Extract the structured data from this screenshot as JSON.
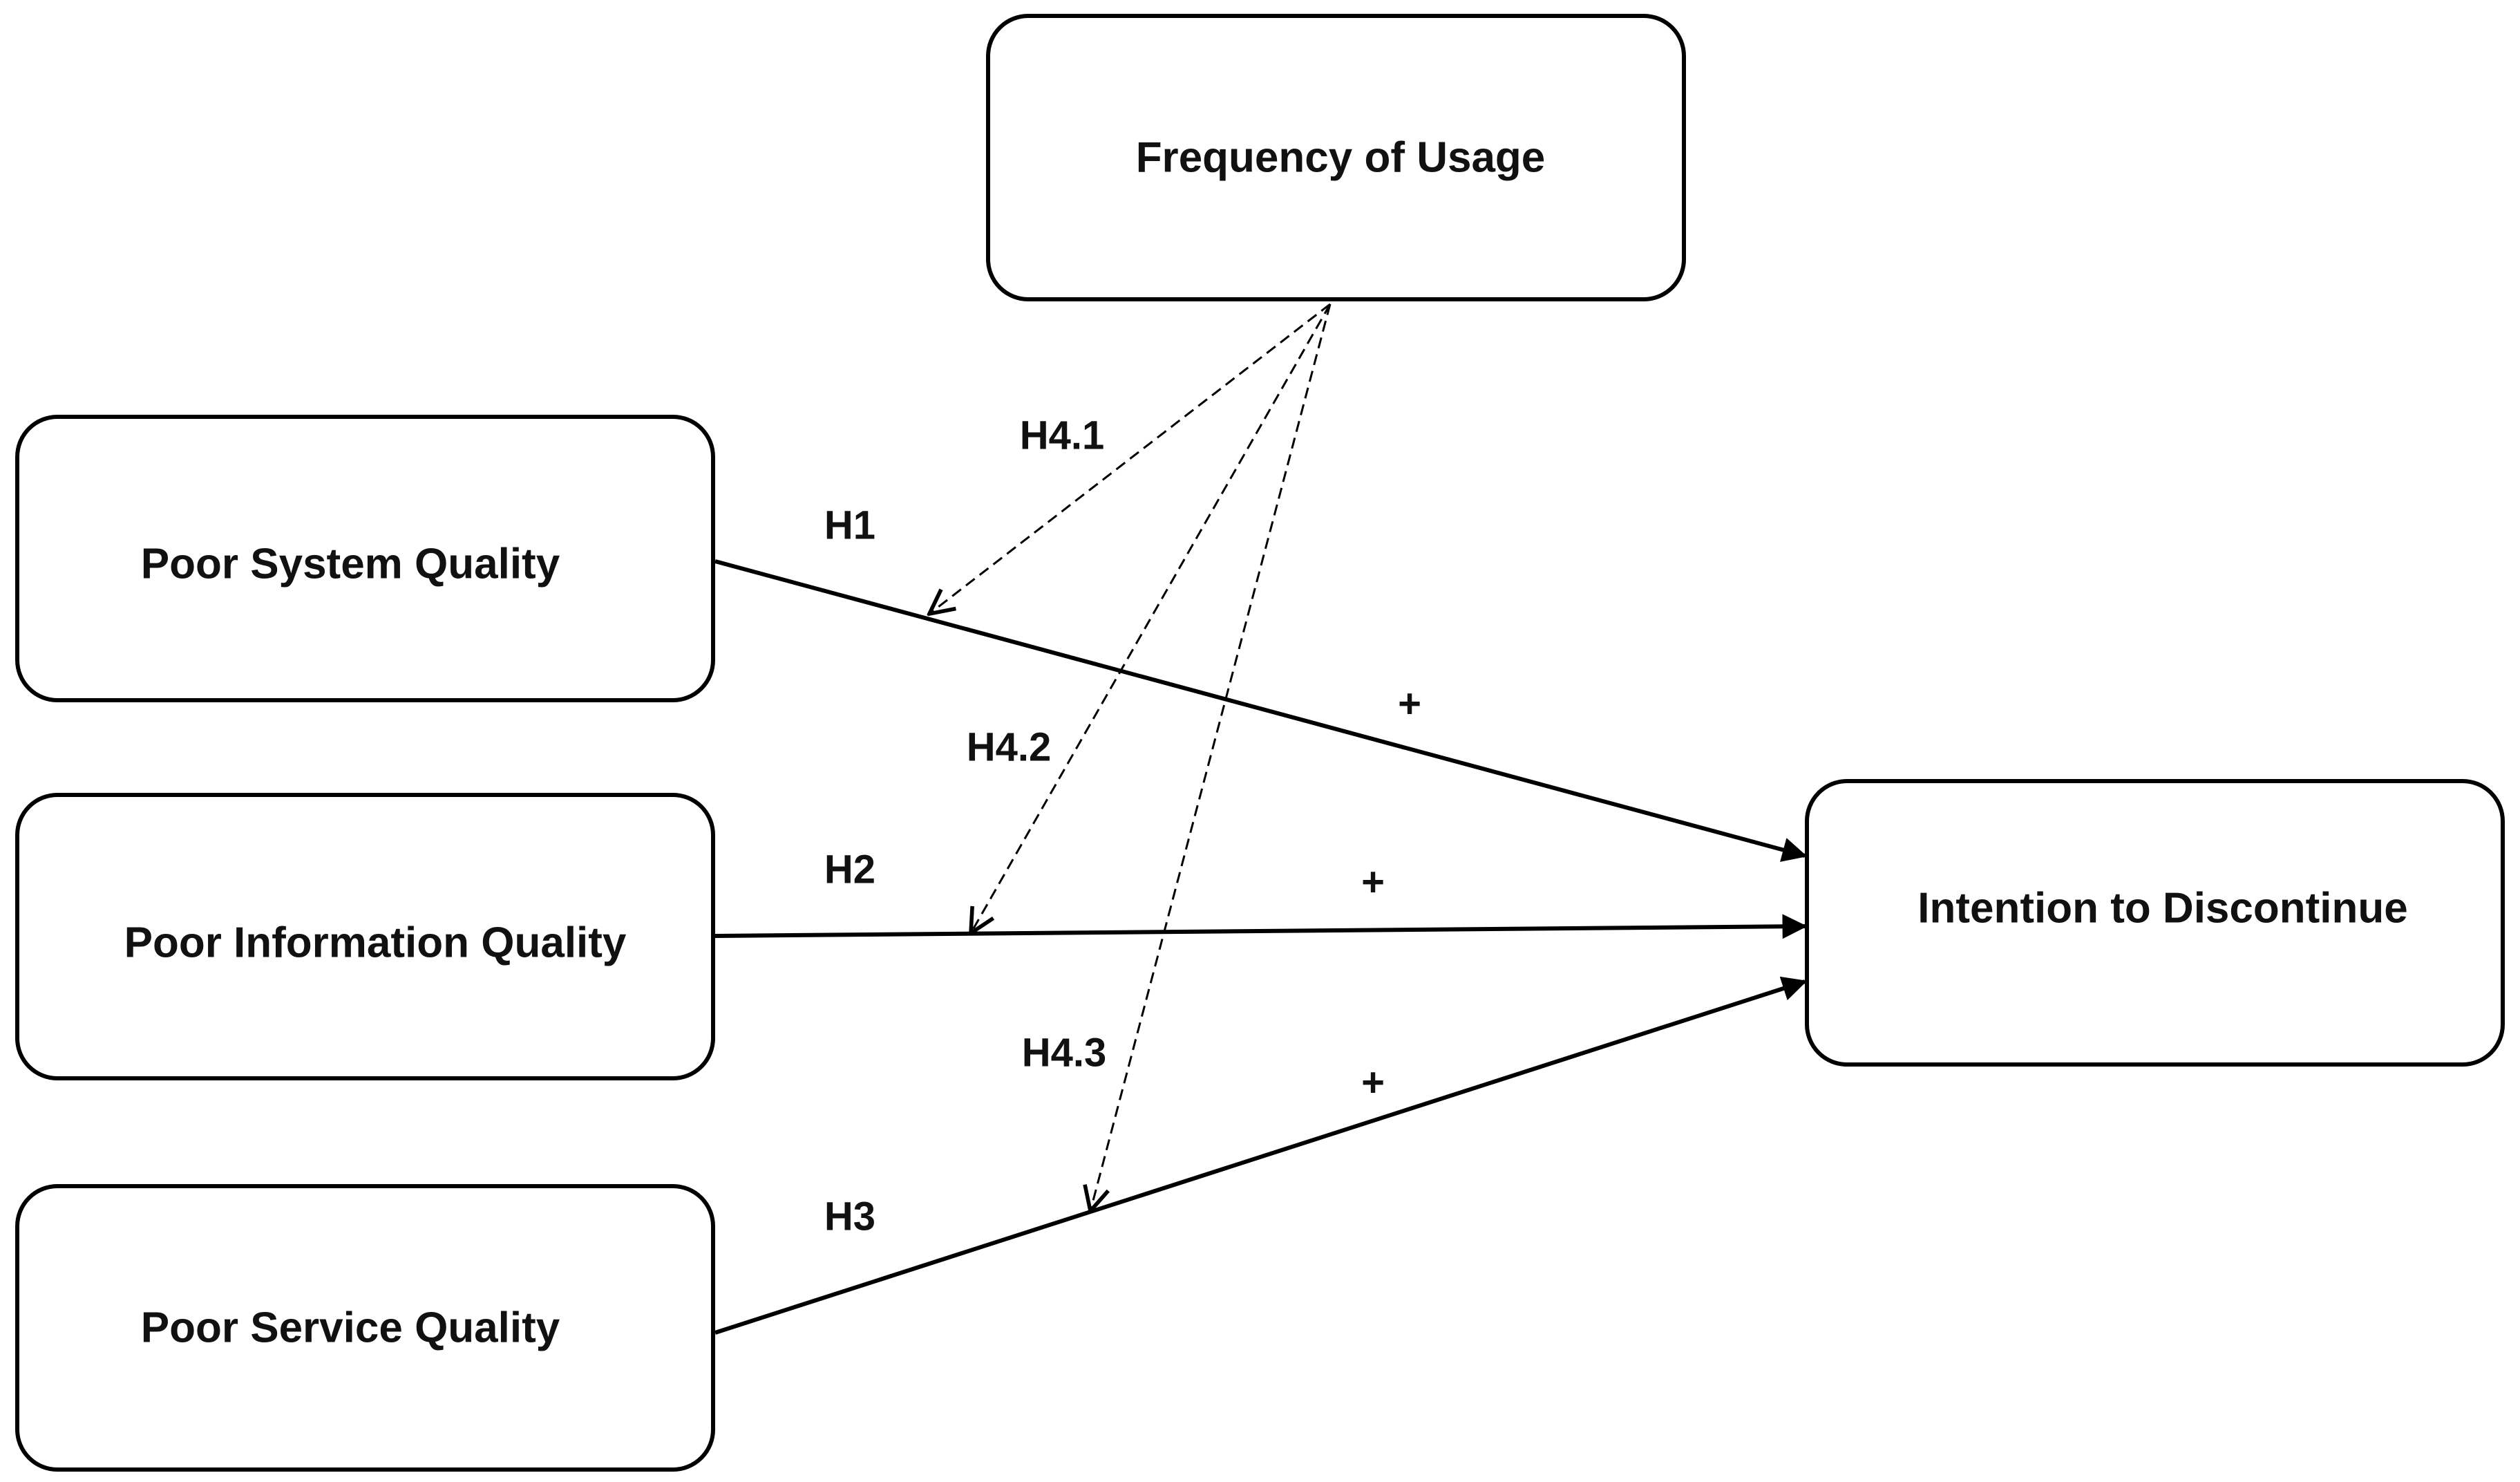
{
  "nodes": {
    "frequency": "Frequency of Usage",
    "system": "Poor System Quality",
    "information": "Poor Information Quality",
    "service": "Poor Service Quality",
    "intention": "Intention to Discontinue"
  },
  "paths": {
    "h1": {
      "label": "H1",
      "sign": "+"
    },
    "h2": {
      "label": "H2",
      "sign": "+"
    },
    "h3": {
      "label": "H3",
      "sign": "+"
    }
  },
  "moderations": {
    "h41": "H4.1",
    "h42": "H4.2",
    "h43": "H4.3"
  },
  "colors": {
    "stroke": "#000000",
    "text": "#111111",
    "background": "#ffffff"
  }
}
